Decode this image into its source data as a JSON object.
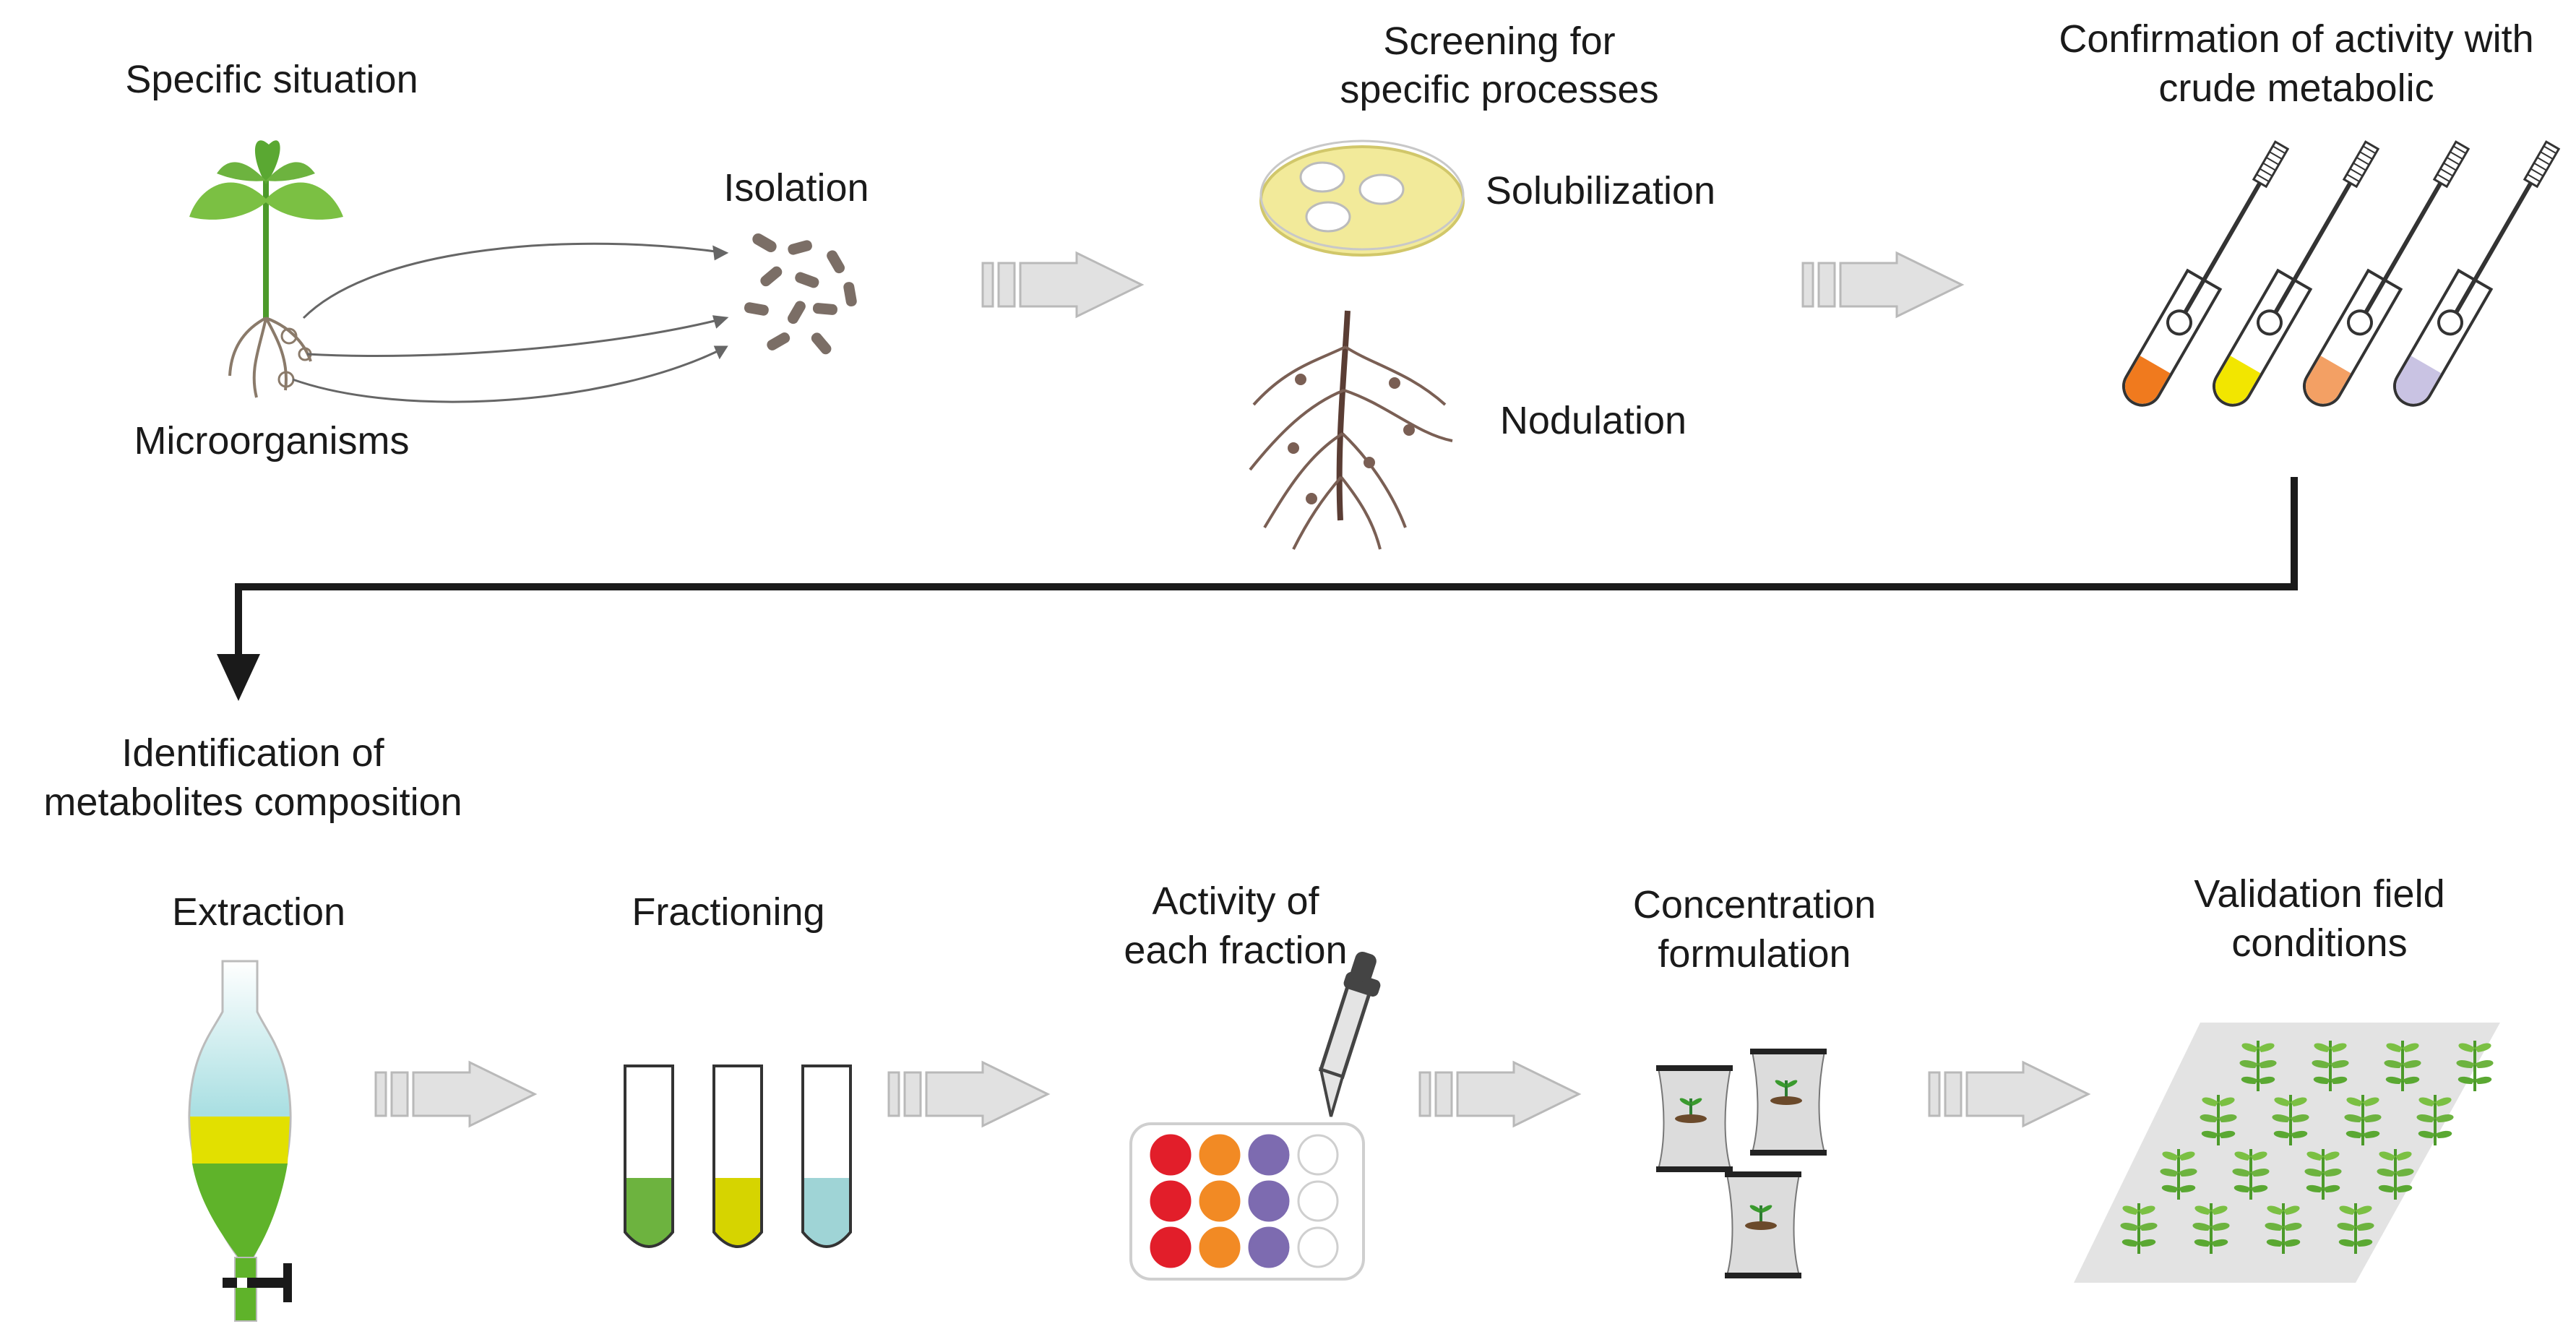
{
  "top_row": {
    "situation_label": "Specific situation",
    "microorganisms_label": "Microorganisms",
    "isolation_label": "Isolation",
    "screening_title_line1": "Screening for",
    "screening_title_line2": "specific processes",
    "solubilization_label": "Solubilization",
    "nodulation_label": "Nodulation",
    "confirmation_title_line1": "Confirmation of activity with",
    "confirmation_title_line2": "crude metabolic",
    "tube_colors": [
      "#f07a1e",
      "#f2e600",
      "#f3a064",
      "#c9c3e3"
    ]
  },
  "identification": {
    "title_line1": "Identification of",
    "title_line2": "metabolites composition"
  },
  "bottom_row": {
    "extraction_label": "Extraction",
    "fractioning_label": "Fractioning",
    "activity_line1": "Activity of",
    "activity_line2": "each fraction",
    "concentration_line1": "Concentration",
    "concentration_line2": "formulation",
    "validation_line1": "Validation field",
    "validation_line2": "conditions",
    "fraction_colors": [
      "#6db33f",
      "#d6d400",
      "#9fd4d6"
    ],
    "well_colors": [
      "#e21e2a",
      "#f28a24",
      "#7d6bb0",
      "#ffffff"
    ]
  }
}
